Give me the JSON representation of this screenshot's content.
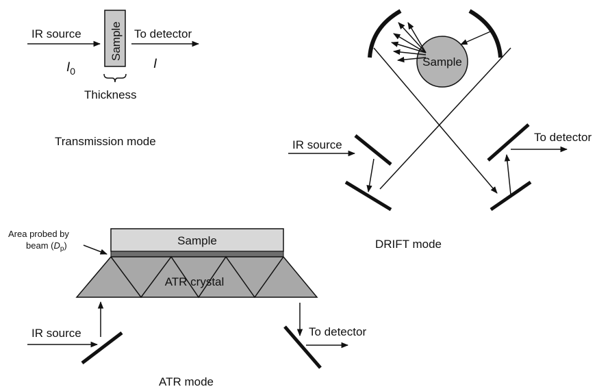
{
  "transmission": {
    "ir_source": "IR source",
    "i0": "I",
    "i0_sub": "0",
    "sample": "Sample",
    "to_detector": "To detector",
    "i": "I",
    "thickness": "Thickness",
    "mode": "Transmission mode"
  },
  "drift": {
    "sample": "Sample",
    "ir_source": "IR source",
    "to_detector": "To detector",
    "mode": "DRIFT mode"
  },
  "atr": {
    "area_line1": "Area probed by",
    "area_line2_prefix": "beam (",
    "area_dp": "D",
    "area_dp_sub": "p",
    "area_line2_suffix": ")",
    "sample": "Sample",
    "crystal": "ATR crystal",
    "ir_source": "IR source",
    "to_detector": "To detector",
    "mode": "ATR mode"
  },
  "colors": {
    "sample_fill": "#c8c8c8",
    "sample_atr_fill": "#d8d8d8",
    "crystal_fill": "#a8a8a8",
    "probe_layer_fill": "#6e6e6e",
    "ink": "#111111"
  }
}
